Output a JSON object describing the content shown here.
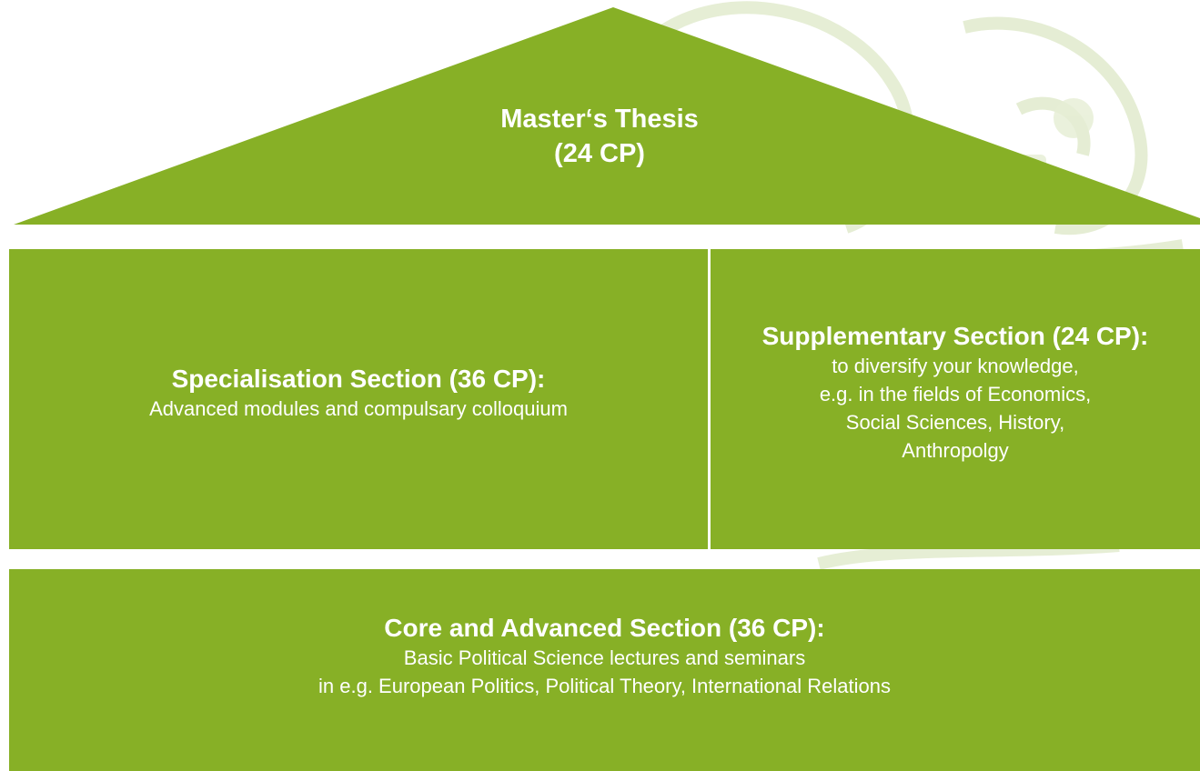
{
  "colors": {
    "accent": "#87b026",
    "text": "#ffffff",
    "watermark": "#dfe9c4"
  },
  "roof": {
    "title": "Master‘s Thesis",
    "credits": "(24 CP)"
  },
  "specialisation": {
    "title": "Specialisation Section (36 CP):",
    "description": "Advanced modules and compulsary colloquium"
  },
  "supplementary": {
    "title": "Supplementary Section (24 CP):",
    "description_lines": [
      "to diversify your knowledge,",
      "e.g. in the fields of Economics,",
      "Social Sciences, History,",
      "Anthropolgy"
    ]
  },
  "core": {
    "title": "Core and Advanced Section (36 CP):",
    "description_lines": [
      "Basic Political Science lectures and seminars",
      "in e.g. European Politics, Political Theory, International Relations"
    ]
  }
}
